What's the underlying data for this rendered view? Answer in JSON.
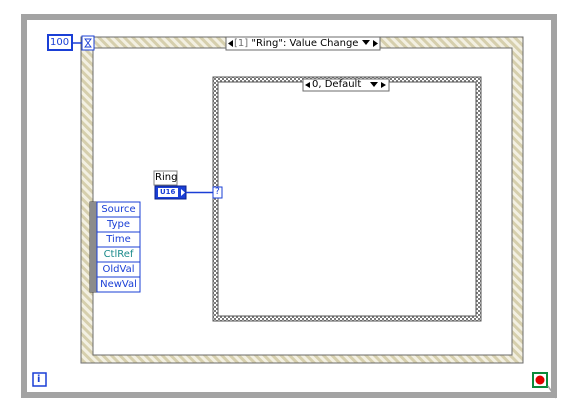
{
  "timeout": {
    "value": "100"
  },
  "event_structure": {
    "case_index": "[1]",
    "case_name": "\"Ring\": Value Change"
  },
  "case_structure": {
    "case_name": "0, Default"
  },
  "ring_control": {
    "label": "Ring",
    "datatype": "U16",
    "selector_glyph": "?"
  },
  "event_data_node": {
    "items": [
      "Source",
      "Type",
      "Time",
      "CtlRef",
      "OldVal",
      "NewVal"
    ]
  },
  "loop": {
    "iteration_glyph": "i"
  },
  "colors": {
    "numeric_wire": "#1a3fd6",
    "frame_gray": "#a0a0a0",
    "hatch_light": "#f3f0e2",
    "hatch_dark": "#d2cbaa",
    "ref_teal": "#1a8a8a",
    "stop_red": "#e00000",
    "stop_green": "#0a8a3a"
  },
  "icons": {
    "timeout_terminal": "hourglass-icon",
    "case_prev": "triangle-left-icon",
    "case_next": "triangle-right-icon",
    "case_dropdown": "triangle-down-icon",
    "stop": "stop-terminal-icon",
    "iteration": "iteration-terminal-icon"
  }
}
